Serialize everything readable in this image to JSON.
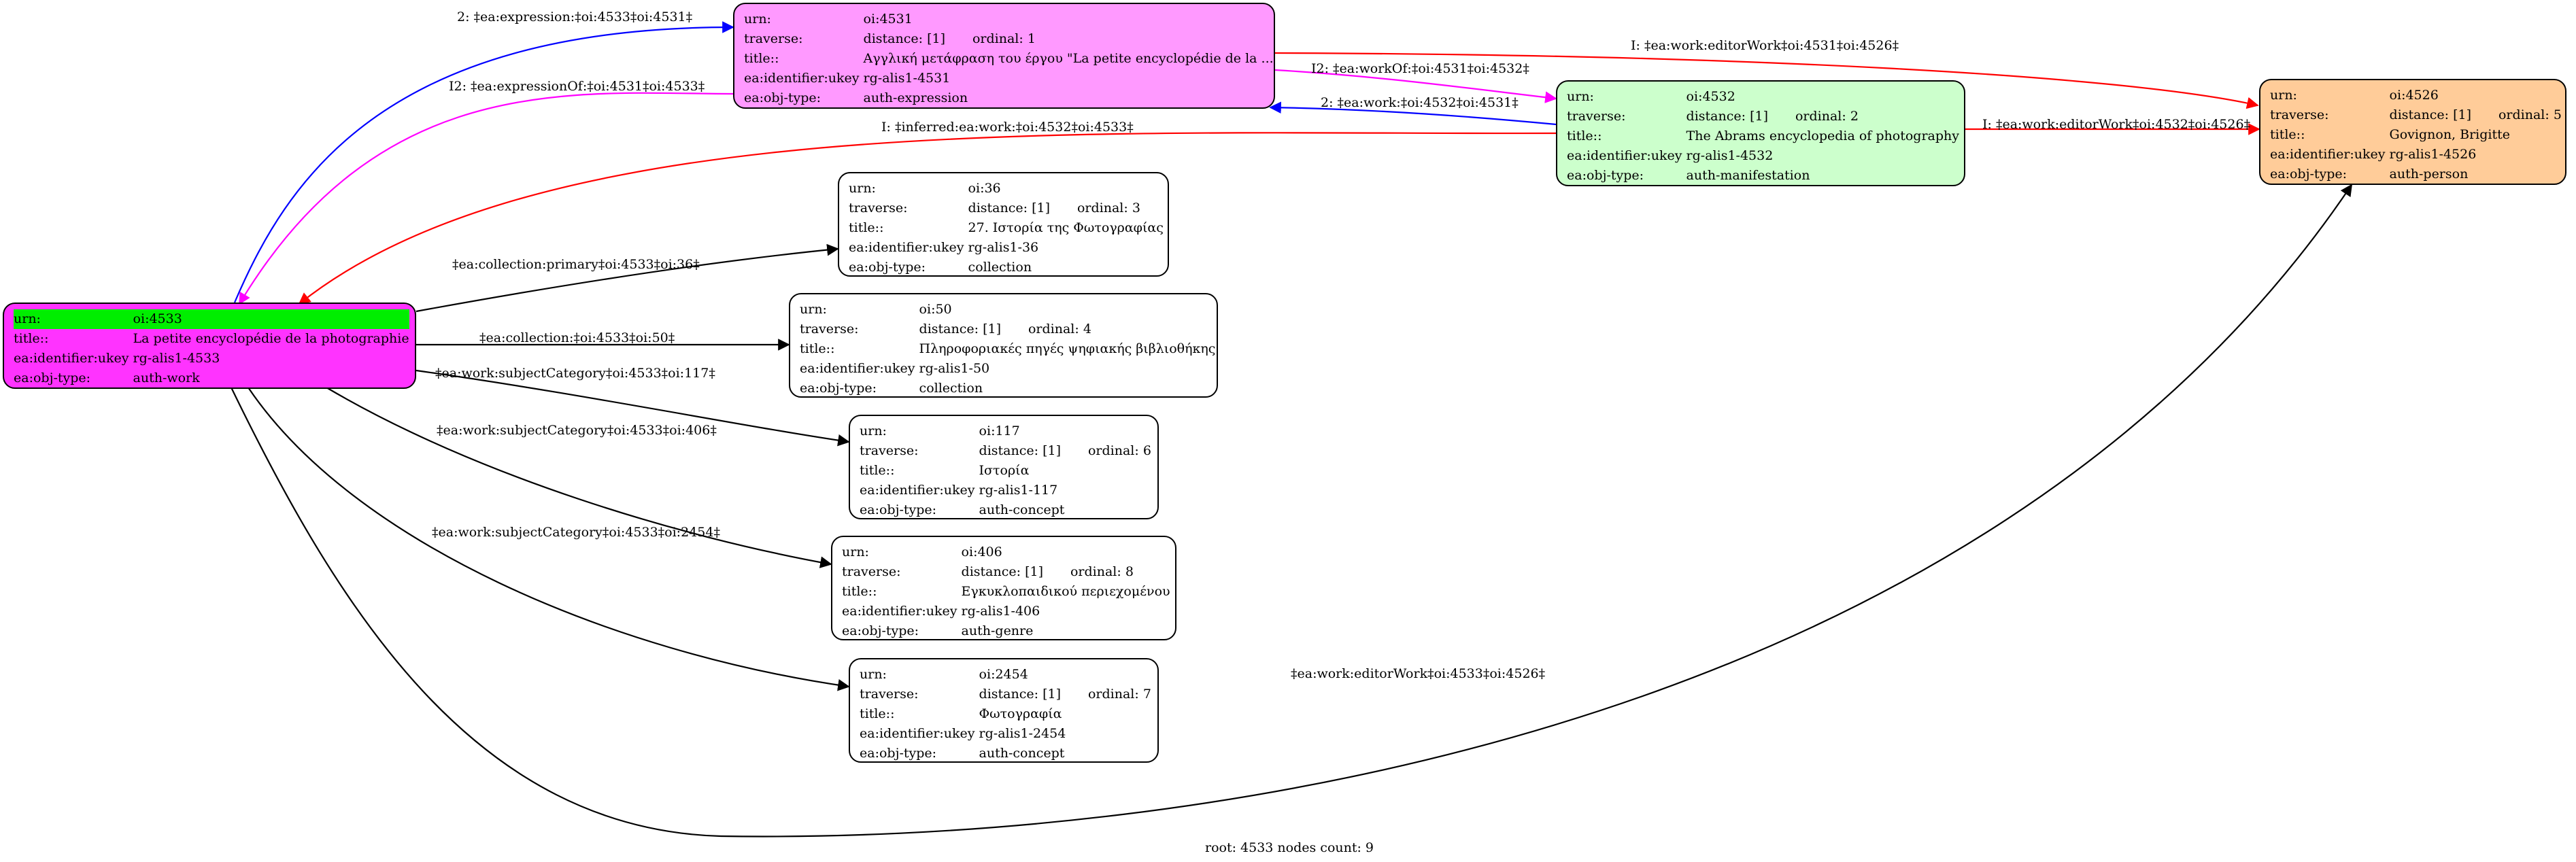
{
  "nodes": {
    "n4531": {
      "urn": "oi:4531",
      "distance": "distance: [1]",
      "ordinal": "ordinal: 1",
      "title": "Αγγλική μετάφραση του έργου \"La petite encyclopédie de la ...",
      "ukey": "rg-alis1-4531",
      "objtype": "auth-expression",
      "color": "#ff99ff"
    },
    "n4532": {
      "urn": "oi:4532",
      "distance": "distance: [1]",
      "ordinal": "ordinal: 2",
      "title": "The Abrams encyclopedia of photography",
      "ukey": "rg-alis1-4532",
      "objtype": "auth-manifestation",
      "color": "#ccffcc"
    },
    "n4526": {
      "urn": "oi:4526",
      "distance": "distance: [1]",
      "ordinal": "ordinal: 5",
      "title": "Govignon, Brigitte",
      "ukey": "rg-alis1-4526",
      "objtype": "auth-person",
      "color": "#ffcc99"
    },
    "n4533": {
      "urn": "oi:4533",
      "title": "La petite encyclopédie de la photographie",
      "ukey": "rg-alis1-4533",
      "objtype": "auth-work",
      "color": "#ff33ff",
      "urn_highlight": "#00ee00"
    },
    "n36": {
      "urn": "oi:36",
      "distance": "distance: [1]",
      "ordinal": "ordinal: 3",
      "title": "27. Ιστορία της Φωτογραφίας",
      "ukey": "rg-alis1-36",
      "objtype": "collection",
      "color": "#ffffff"
    },
    "n50": {
      "urn": "oi:50",
      "distance": "distance: [1]",
      "ordinal": "ordinal: 4",
      "title": "Πληροφοριακές πηγές ψηφιακής βιβλιοθήκης",
      "ukey": "rg-alis1-50",
      "objtype": "collection",
      "color": "#ffffff"
    },
    "n117": {
      "urn": "oi:117",
      "distance": "distance: [1]",
      "ordinal": "ordinal: 6",
      "title": "Ιστορία",
      "ukey": "rg-alis1-117",
      "objtype": "auth-concept",
      "color": "#ffffff"
    },
    "n406": {
      "urn": "oi:406",
      "distance": "distance: [1]",
      "ordinal": "ordinal: 8",
      "title": "Εγκυκλοπαιδικού περιεχομένου",
      "ukey": "rg-alis1-406",
      "objtype": "auth-genre",
      "color": "#ffffff"
    },
    "n2454": {
      "urn": "oi:2454",
      "distance": "distance: [1]",
      "ordinal": "ordinal: 7",
      "title": "Φωτογραφία",
      "ukey": "rg-alis1-2454",
      "objtype": "auth-concept",
      "color": "#ffffff"
    }
  },
  "field_labels": {
    "urn": "urn:",
    "traverse": "traverse:",
    "title": "title::",
    "ukey": "ea:identifier:ukey",
    "objtype": "ea:obj-type:"
  },
  "edges": {
    "e1": {
      "label": "2: ‡ea:expression:‡oi:4533‡oi:4531‡",
      "color": "#0000ff"
    },
    "e2": {
      "label": "I2: ‡ea:expressionOf:‡oi:4531‡oi:4533‡",
      "color": "#ff00ff"
    },
    "e3": {
      "label": "I: ‡ea:work:editorWork‡oi:4531‡oi:4526‡",
      "color": "#ff0000"
    },
    "e4": {
      "label": "I2: ‡ea:workOf:‡oi:4531‡oi:4532‡",
      "color": "#ff00ff"
    },
    "e5": {
      "label": "2: ‡ea:work:‡oi:4532‡oi:4531‡",
      "color": "#0000ff"
    },
    "e6": {
      "label": "I: ‡ea:work:editorWork‡oi:4532‡oi:4526‡",
      "color": "#ff0000"
    },
    "e7": {
      "label": "I: ‡inferred:ea:work:‡oi:4532‡oi:4533‡",
      "color": "#ff0000"
    },
    "e8": {
      "label": "‡ea:collection:primary‡oi:4533‡oi:36‡",
      "color": "#000000"
    },
    "e9": {
      "label": "‡ea:collection:‡oi:4533‡oi:50‡",
      "color": "#000000"
    },
    "e10": {
      "label": "‡ea:work:subjectCategory‡oi:4533‡oi:117‡",
      "color": "#000000"
    },
    "e11": {
      "label": "‡ea:work:subjectCategory‡oi:4533‡oi:406‡",
      "color": "#000000"
    },
    "e12": {
      "label": "‡ea:work:subjectCategory‡oi:4533‡oi:2454‡",
      "color": "#000000"
    },
    "e13": {
      "label": "‡ea:work:editorWork‡oi:4533‡oi:4526‡",
      "color": "#000000"
    }
  },
  "footer": "root: 4533 nodes count: 9"
}
